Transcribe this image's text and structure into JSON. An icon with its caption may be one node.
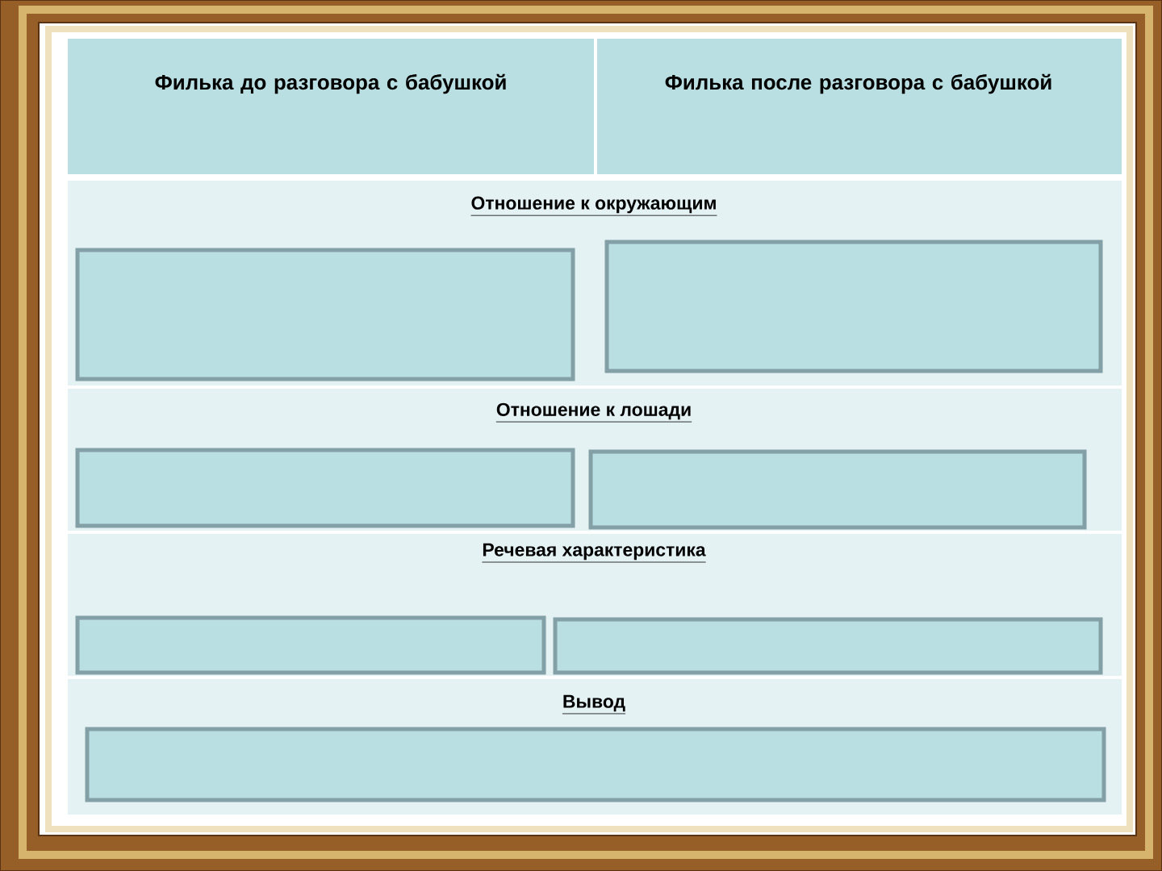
{
  "diagram": {
    "nodes": [
      {
        "text": [],
        "shape": "box"
      },
      {
        "text": [],
        "shape": "box"
      },
      {
        "text": [],
        "shape": "box"
      },
      {
        "text": [],
        "shape": "box"
      },
      {
        "text": [],
        "shape": "box"
      },
      {
        "text": [],
        "shape": "box"
      },
      {
        "text": [],
        "shape": "box"
      }
    ],
    "labels": [
      "Филька до разговора с бабушкой",
      "Филька после разговора с бабушкой",
      "Отношение к окружающим",
      "Отношение к лошади",
      "Речевая характеристика",
      "Вывод"
    ]
  }
}
